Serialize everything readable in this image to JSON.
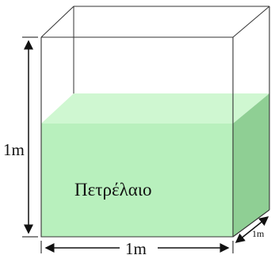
{
  "diagram": {
    "content_label": "Πετρέλαιο",
    "height_label": "1m",
    "width_label": "1m",
    "depth_label": "1m"
  },
  "colors": {
    "front_face": "#b8f0bd",
    "top_face": "#cff7d1",
    "side_face": "#8fcf94",
    "edge": "#333333",
    "arrow": "#111111"
  }
}
